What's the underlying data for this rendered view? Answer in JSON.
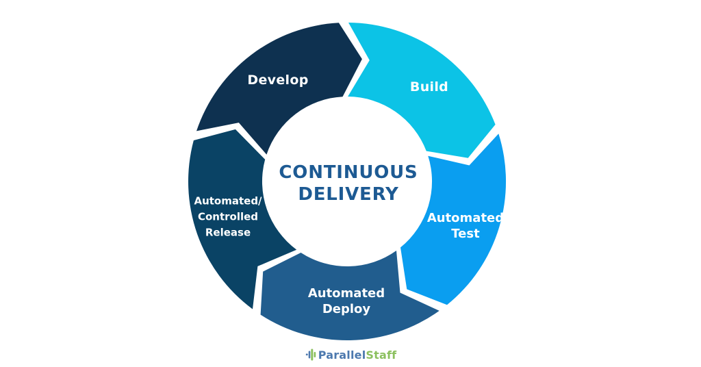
{
  "diagram": {
    "title": {
      "lines": [
        "CONTINUOUS",
        "DELIVERY"
      ],
      "color": "#1d5a93"
    },
    "label_color": "#ffffff",
    "segments": [
      {
        "id": "develop",
        "label_lines": [
          "Develop"
        ],
        "color": "#0e3150",
        "start": 198,
        "end": 270
      },
      {
        "id": "build",
        "label_lines": [
          "Build"
        ],
        "color": "#0cc3e6",
        "start": 270,
        "end": 342
      },
      {
        "id": "automated-test",
        "label_lines": [
          "Automated",
          "Test"
        ],
        "color": "#0a9ef0",
        "start": 342,
        "end": 414
      },
      {
        "id": "automated-deploy",
        "label_lines": [
          "Automated",
          "Deploy"
        ],
        "color": "#215d8e",
        "start": 414,
        "end": 486
      },
      {
        "id": "automated-controlled-release",
        "label_lines": [
          "Automated/",
          "Controlled",
          "Release"
        ],
        "color": "#0a4365",
        "start": 486,
        "end": 558
      }
    ]
  },
  "logo": {
    "part1": "Parallel",
    "part2": "Staff",
    "part1_color": "#4d79ae",
    "part2_color": "#8cc05f"
  }
}
